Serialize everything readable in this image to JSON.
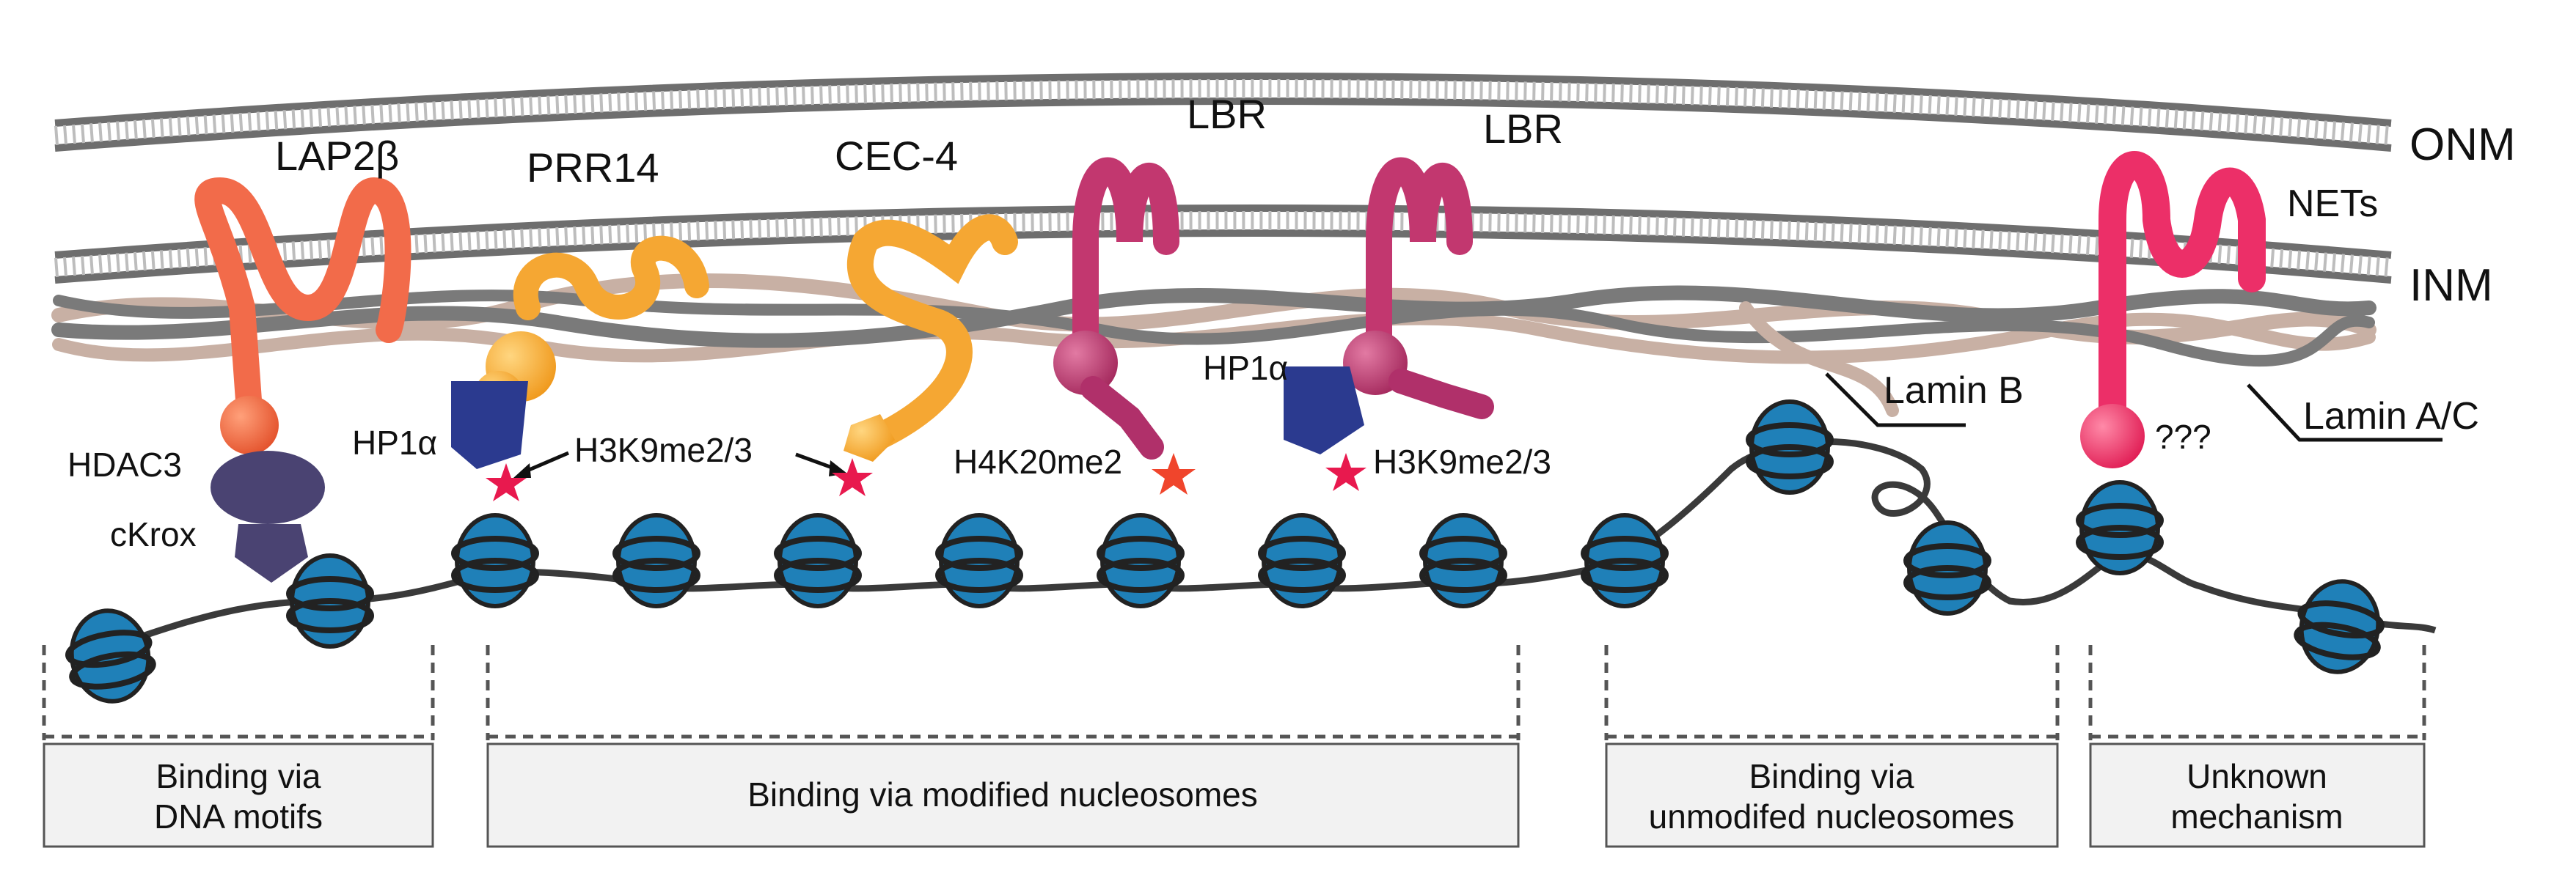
{
  "membranes": {
    "onm": "ONM",
    "inm": "INM"
  },
  "proteins": {
    "lap2b": "LAP2β",
    "prr14": "PRR14",
    "cec4": "CEC-4",
    "lbr_1": "LBR",
    "lbr_2": "LBR",
    "nets": "NETs"
  },
  "labels": {
    "hdac3": "HDAC3",
    "ckrox": "cKrox",
    "hp1a_1": "HP1α",
    "hp1a_2": "HP1α",
    "h3k9_1": "H3K9me2/3",
    "h4k20": "H4K20me2",
    "h3k9_2": "H3K9me2/3",
    "lamin_b": "Lamin B",
    "lamin_ac": "Lamin A/C",
    "unknown": "???"
  },
  "boxes": {
    "dna_motifs": [
      "Binding via",
      "DNA motifs"
    ],
    "modified": [
      "Binding via modified nucleosomes"
    ],
    "unmodified": [
      "Binding via",
      "unmodifed nucleosomes"
    ],
    "unknown": [
      "Unknown",
      "mechanism"
    ]
  },
  "colors": {
    "lap2b": "#f26b4a",
    "prr14": "#f5a733",
    "lbr": "#c2376f",
    "nets": "#ec2f68",
    "hp1a": "#2b3a8f",
    "hdac3": "#4a4372",
    "nucleosome": "#1f80b8",
    "lamin_b": "#c8b0a4",
    "lamin_ac": "#7a7a7a",
    "star": "#e8194e"
  }
}
